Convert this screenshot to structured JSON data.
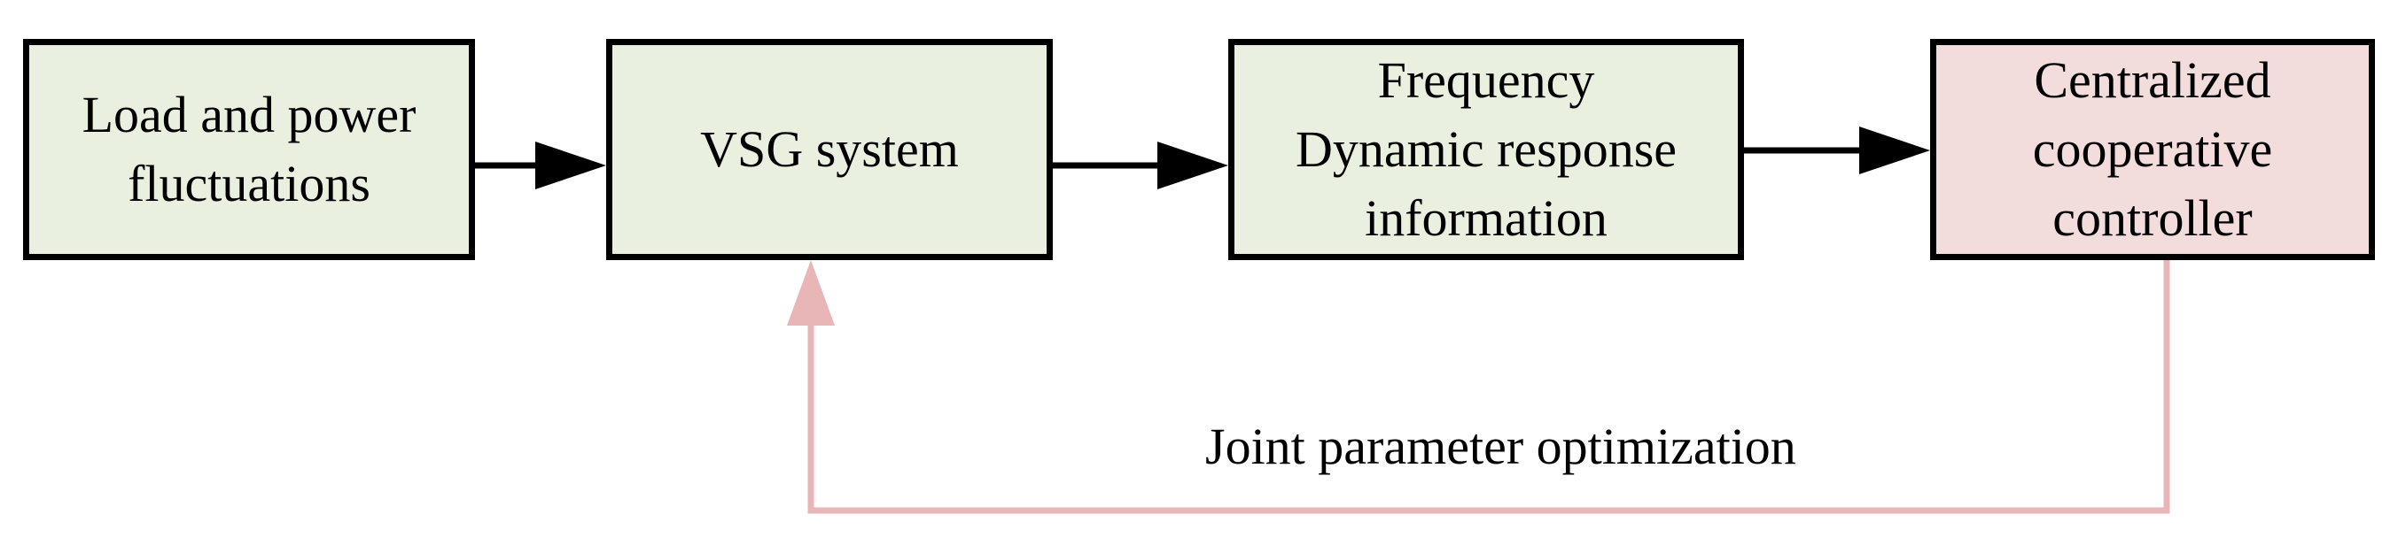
{
  "colors": {
    "process_fill": "#eaf0e0",
    "controller_fill": "#f2dcdc",
    "border": "#000000",
    "forward_arrow": "#000000",
    "feedback_arrow": "#e8b6b6"
  },
  "boxes": {
    "load": {
      "lines": [
        "Load and power",
        "fluctuations"
      ]
    },
    "vsg": {
      "lines": [
        "VSG system"
      ]
    },
    "freq": {
      "lines": [
        "Frequency",
        "Dynamic response",
        "information"
      ]
    },
    "controller": {
      "lines": [
        "Centralized",
        "cooperative",
        "controller"
      ]
    }
  },
  "feedback": {
    "label": "Joint parameter optimization"
  }
}
